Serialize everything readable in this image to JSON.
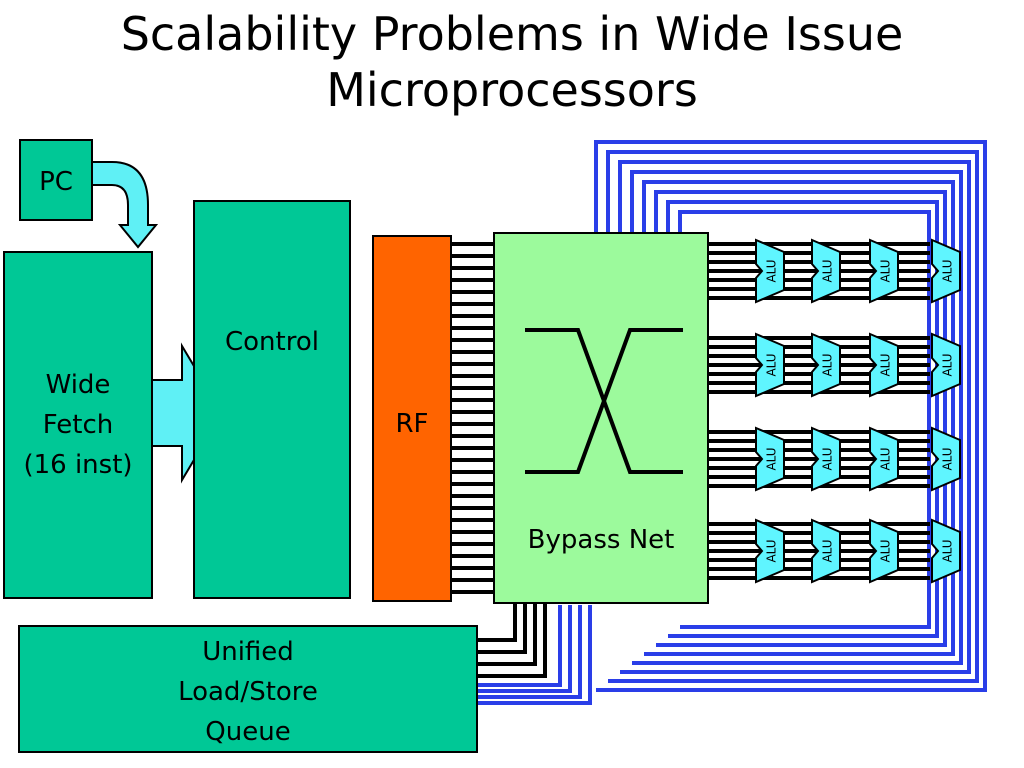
{
  "title": {
    "line1": "Scalability Problems in Wide Issue",
    "line2": "Microprocessors"
  },
  "blocks": {
    "pc": "PC",
    "fetch": [
      "Wide",
      "Fetch",
      "(16 inst)"
    ],
    "control": "Control",
    "rf": "RF",
    "bypass": "Bypass Net",
    "lsq": [
      "Unified",
      "Load/Store",
      "Queue"
    ]
  },
  "alu_label": "ALU",
  "alu_grid": {
    "rows": 4,
    "cols": 4
  },
  "colors": {
    "block_green": "#00c896",
    "pc_arrow": "#5ff0f5",
    "rf_orange": "#ff6400",
    "bypass_green": "#9cfa9c",
    "alu_cyan": "#5ff5ff",
    "wire_blue": "#2a3ee8",
    "wire_black": "#000000"
  }
}
